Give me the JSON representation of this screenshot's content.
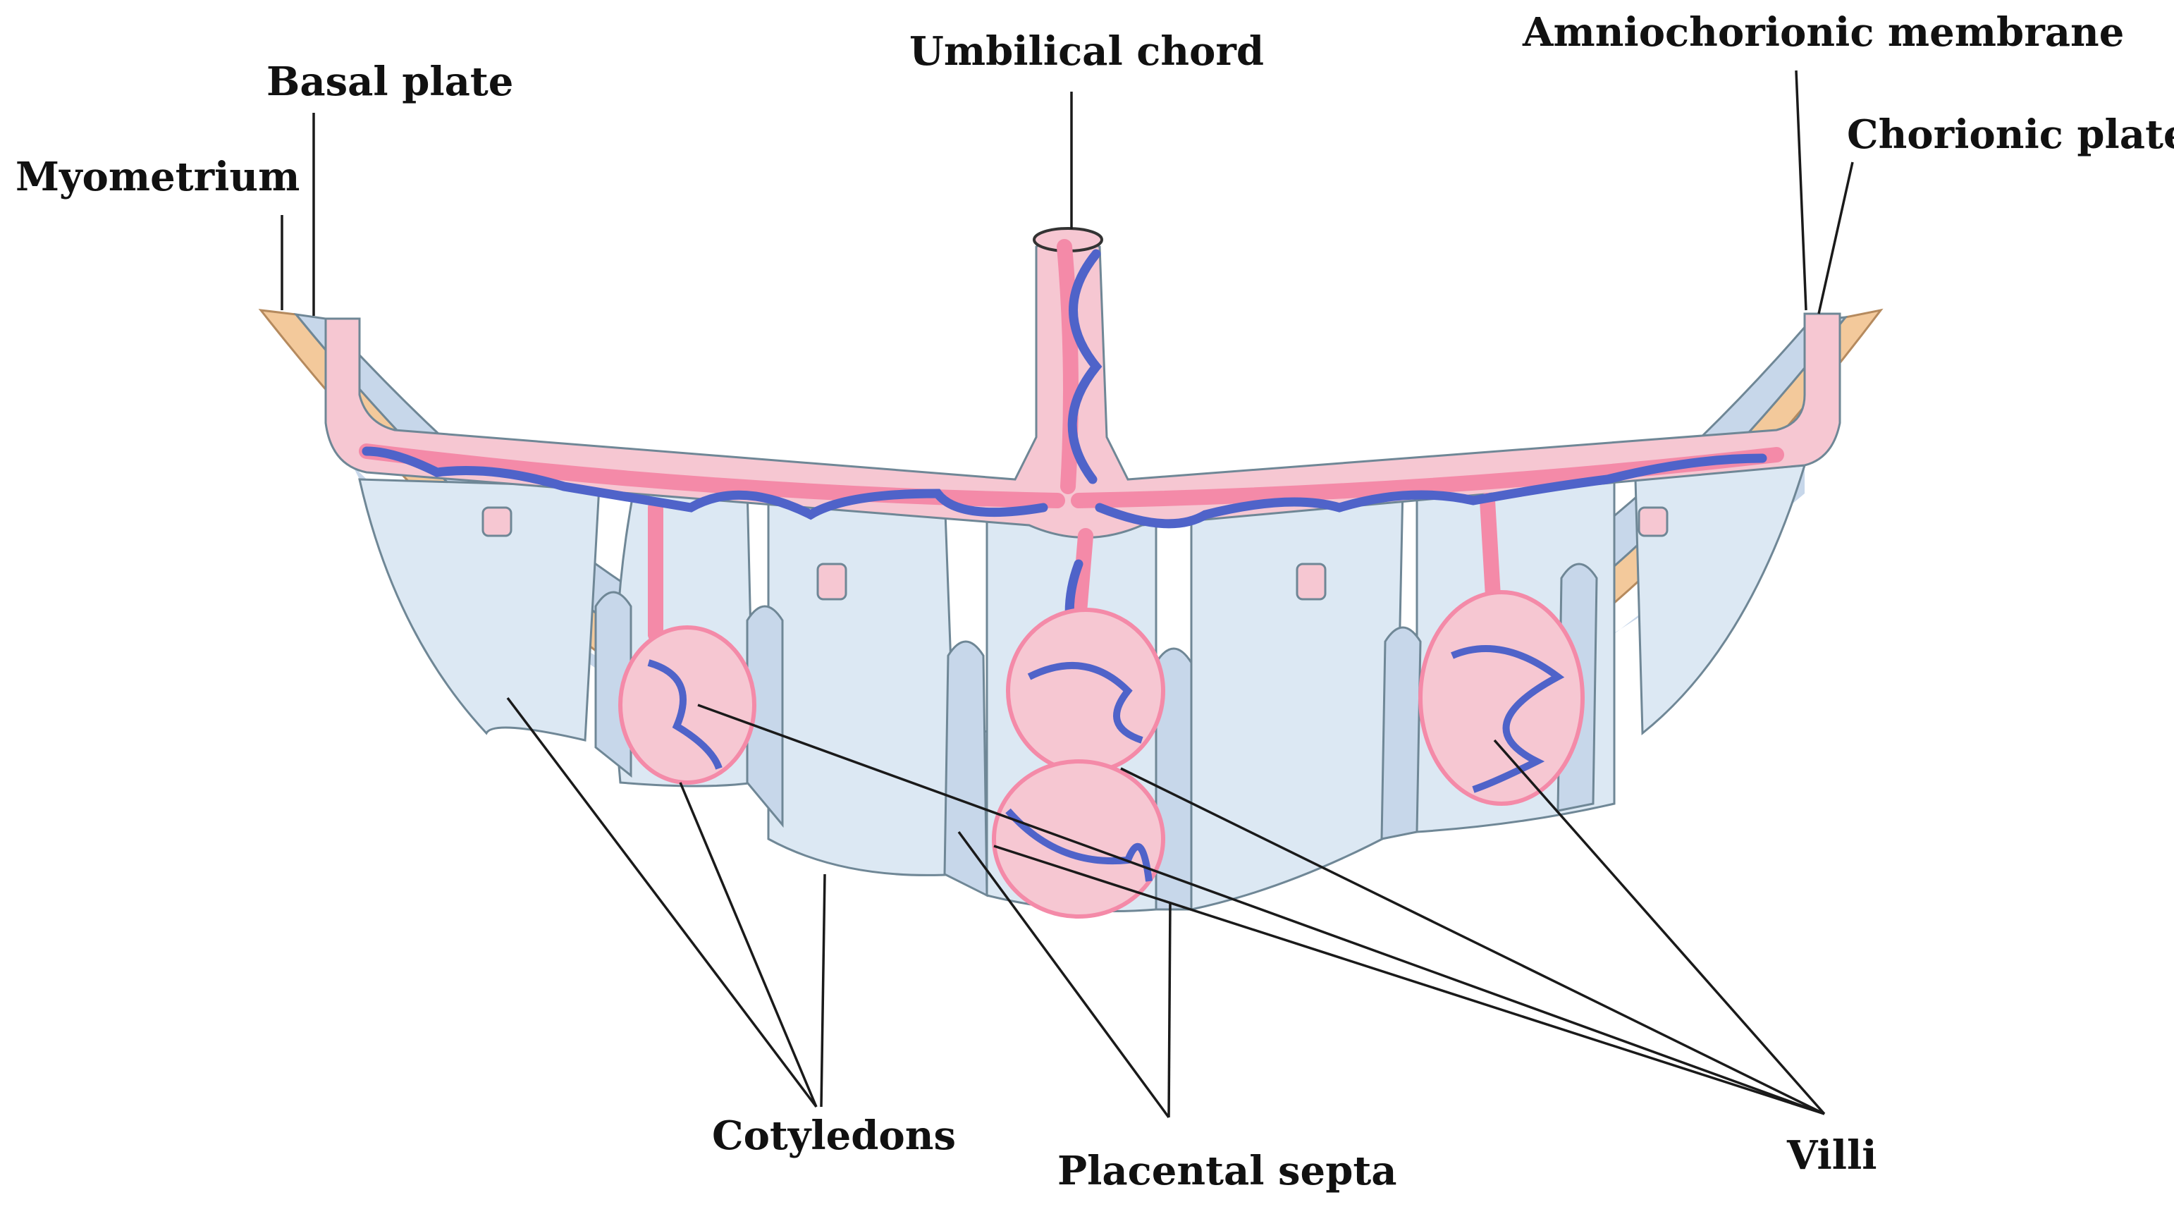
{
  "labels": {
    "myometrium": "Myometrium",
    "basal_plate": "Basal plate",
    "umbilical_chord": "Umbilical chord",
    "amniochorionic_membrane": "Amniochorionic membrane",
    "chorionic_plate": "Chorionic plate",
    "cotyledons": "Cotyledons",
    "placental_septa": "Placental septa",
    "villi": "Villi"
  },
  "colors": {
    "myometrium": "#f3c99b",
    "placenta_fill": "#c7d7ea",
    "cotyledon_fill": "#dce8f3",
    "chorionic_plate": "#f6c7d2",
    "artery": "#f48aa8",
    "vein": "#4f63c9",
    "outline": "#6f8796"
  }
}
